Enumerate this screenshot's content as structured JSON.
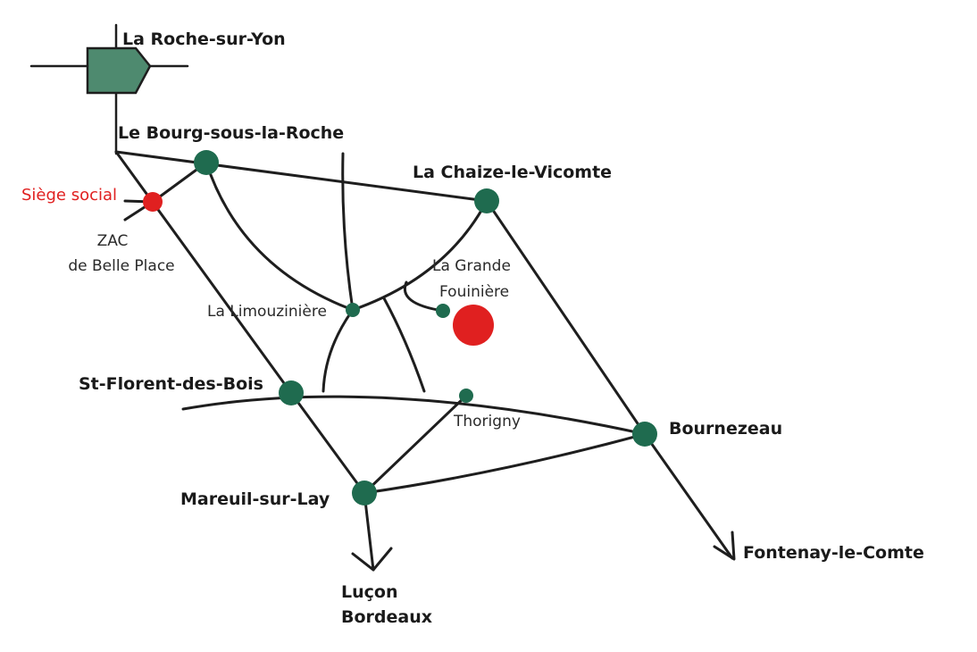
{
  "colors": {
    "road": "#1e1e1e",
    "town_dot": "#1f6b4f",
    "highlight": "#e02020",
    "city_block": "#4e8a6f"
  },
  "labels": {
    "la_roche_sur_yon": "La Roche-sur-Yon",
    "le_bourg_sous_la_roche": "Le Bourg-sous-la-Roche",
    "la_chaize_le_vicomte": "La Chaize-le-Vicomte",
    "siege_social": "Siège social",
    "zac_line1": "ZAC",
    "zac_line2": "de Belle Place",
    "la_grande_fouiniere_line1": "La Grande",
    "la_grande_fouiniere_line2": "Fouinière",
    "la_limouziniere": "La Limouzinière",
    "st_florent_des_bois": "St-Florent-des-Bois",
    "thorigny": "Thorigny",
    "bournezeau": "Bournezeau",
    "mareuil_sur_lay": "Mareuil-sur-Lay",
    "fontenay_le_comte": "Fontenay-le-Comte",
    "lucon": "Luçon",
    "bordeaux": "Bordeaux"
  }
}
